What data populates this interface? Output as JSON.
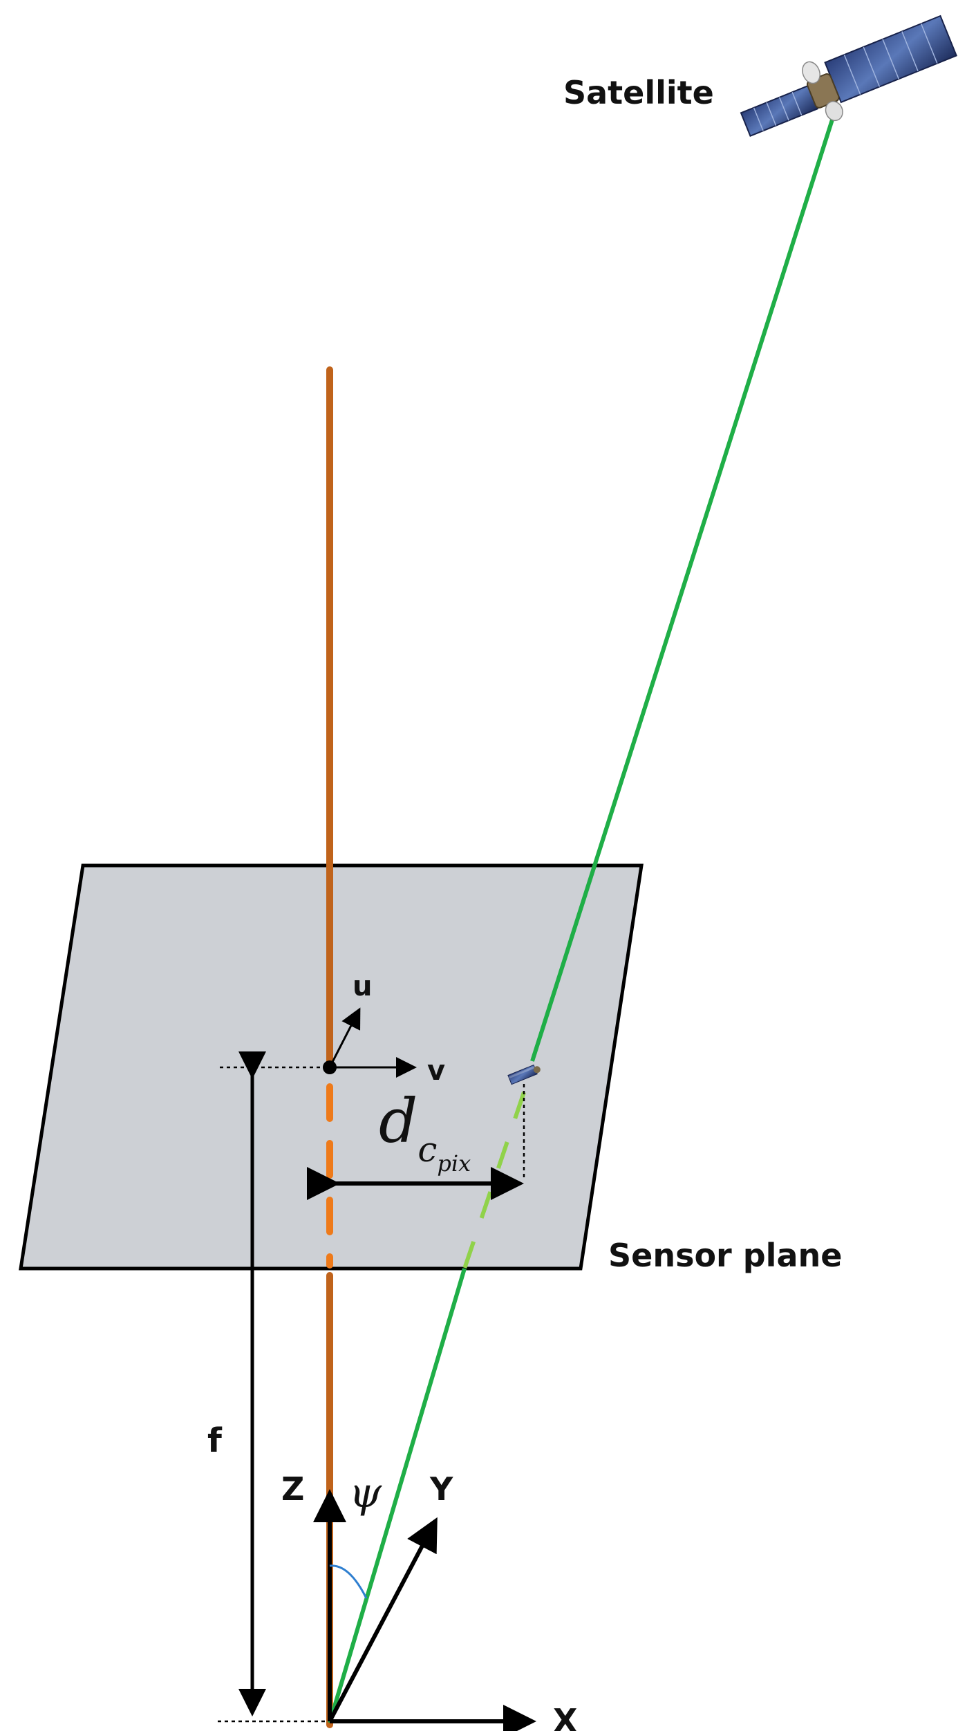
{
  "diagram": {
    "satellite_label": "Satellite",
    "sensor_plane_label": "Sensor plane",
    "axis_u": "u",
    "axis_v": "v",
    "axis_x": "X",
    "axis_y": "Y",
    "axis_z": "Z",
    "focal_length": "f",
    "angle_symbol": "ψ",
    "distance_symbol": "d",
    "distance_subscript": "c",
    "distance_subsubscript": "pix"
  },
  "colors": {
    "optical_axis": "#c0631b",
    "optical_axis_dashed": "#ee7a1a",
    "line_of_sight": "#1fae47",
    "line_of_sight_dashed": "#90d24a",
    "sensor_plane_fill": "#cdd0d5",
    "angle_arc": "#2f7fd0",
    "ink": "#000000"
  },
  "icons": {
    "satellite": "satellite-icon",
    "satellite_image": "satellite-image-icon"
  }
}
